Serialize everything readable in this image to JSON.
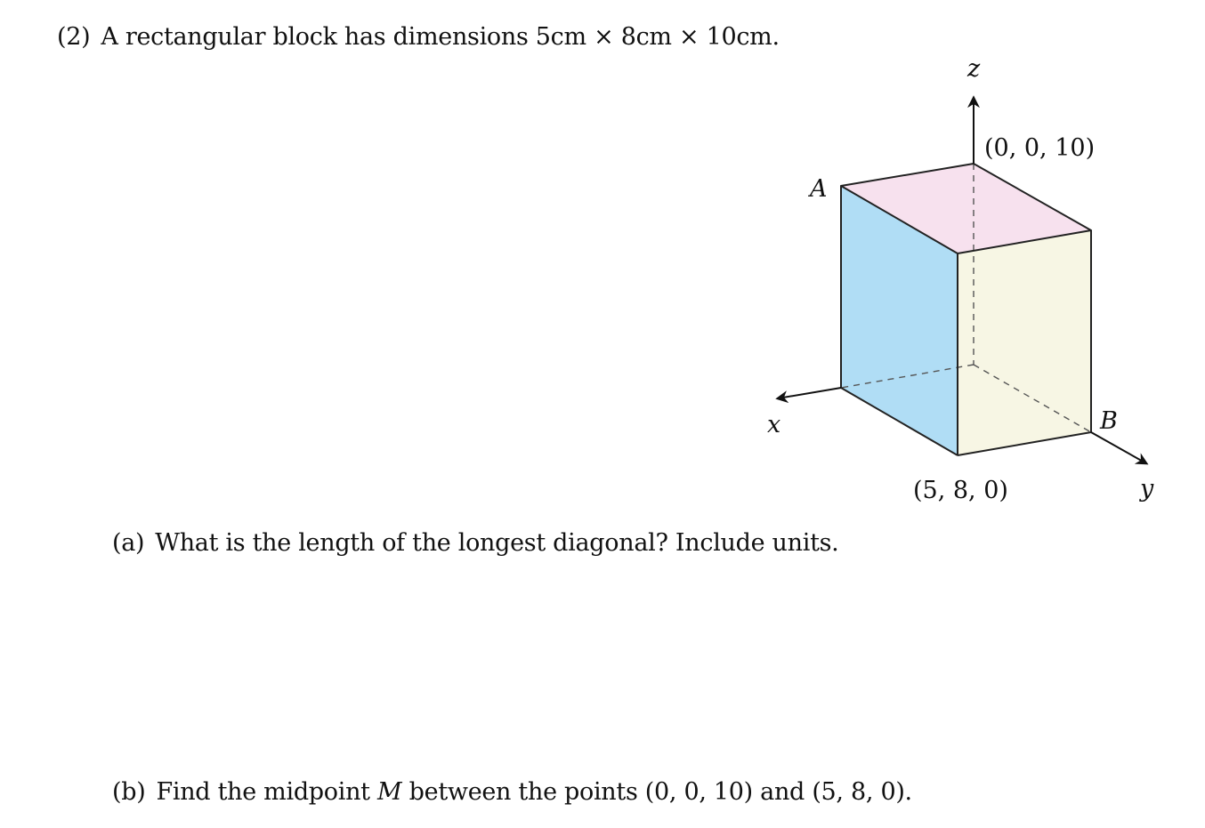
{
  "problem": {
    "number": "(2)",
    "statement": "A rectangular block has dimensions 5cm × 8cm × 10cm."
  },
  "figure": {
    "axes": {
      "x_label": "x",
      "y_label": "y",
      "z_label": "z"
    },
    "points": {
      "A_label": "A",
      "B_label": "B",
      "top_vertex_label": "(0, 0, 10)",
      "bottom_vertex_label": "(5, 8, 0)"
    },
    "colors": {
      "top_face": "#f7e1ee",
      "left_face": "#b0ddf5",
      "right_face": "#f7f6e4",
      "edges": "#222222",
      "hidden_edges": "#555555"
    }
  },
  "questions": [
    {
      "label": "(a)",
      "text": "What is the length of the longest diagonal? Include units."
    },
    {
      "label": "(b)",
      "text_before": "Find the midpoint",
      "variable": "M",
      "text_after": "between the points (0, 0, 10) and (5, 8, 0)."
    }
  ]
}
